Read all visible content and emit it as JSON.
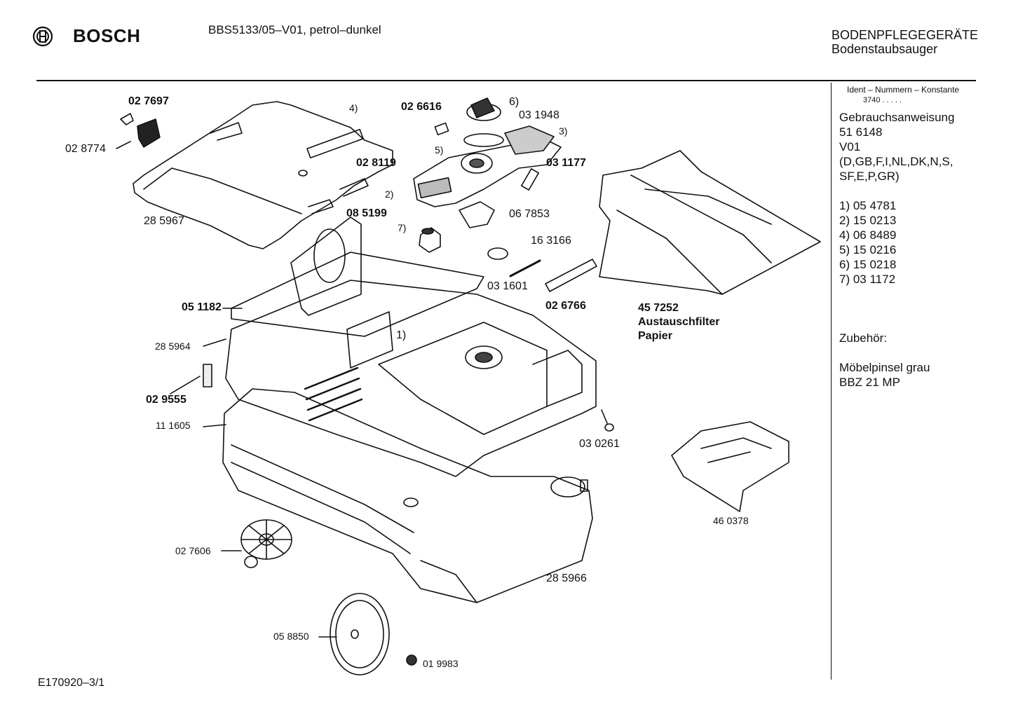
{
  "header": {
    "brand": "BOSCH",
    "model": "BBS5133/05–V01, petrol–dunkel",
    "category_line1": "BODENPFLEGEGERÄTE",
    "category_line2": "Bodenstaubsauger"
  },
  "sidebar": {
    "ident_title": "Ident – Nummern – Konstante",
    "ident_code": "3740 . . . . .",
    "lines": [
      "Gebrauchsanweisung",
      "51 6148",
      "V01",
      "(D,GB,F,I,NL,DK,N,S,",
      "SF,E,P,GR)",
      "1) 05 4781",
      "2) 15 0213",
      "4) 06 8489",
      "5) 15 0216",
      "6) 15 0218",
      "7) 03 1172",
      "Zubehör:",
      "Möbelpinsel grau",
      "BBZ 21 MP"
    ]
  },
  "labels": {
    "p027697": "02 7697",
    "p028774": "02 8774",
    "p285967": "28 5967",
    "c4": "4)",
    "p026616": "02 6616",
    "c6": "6)",
    "p031948": "03 1948",
    "c3": "3)",
    "c5": "5)",
    "p028119": "02 8119",
    "p031177": "03 1177",
    "c2": "2)",
    "p067853": "06 7853",
    "p085199": "08 5199",
    "c7": "7)",
    "p163166": "16 3166",
    "p031601": "03 1601",
    "p026766": "02 6766",
    "p457252": "45 7252",
    "austausch1": "Austauschfilter",
    "austausch2": "Papier",
    "p051182": "05 1182",
    "p285964": "28 5964",
    "c1": "1)",
    "p029555": "02 9555",
    "p111605": "11 1605",
    "p030261": "03 0261",
    "p460378": "46 0378",
    "p027606": "02 7606",
    "p285966": "28 5966",
    "p058850": "05 8850",
    "p019983": "01 9983"
  },
  "footer": {
    "code": "E170920–3/1"
  }
}
